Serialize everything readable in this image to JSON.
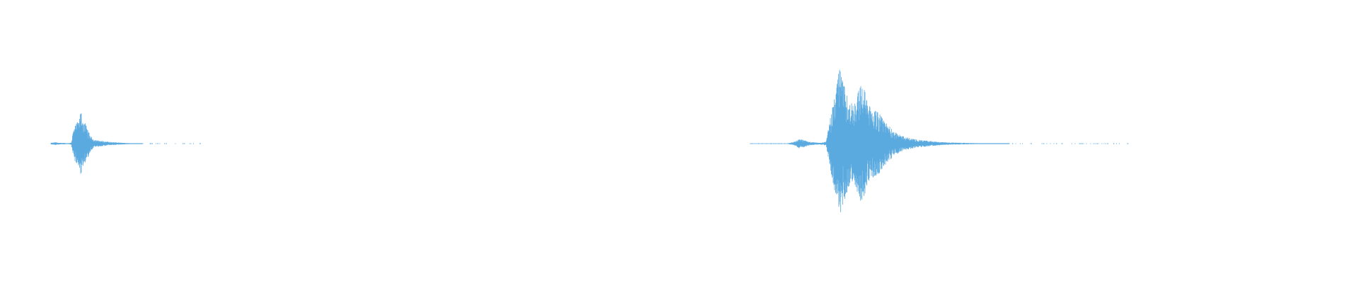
{
  "waveform": {
    "color": "#5aaae0",
    "background": "#ffffff",
    "segments": [
      {
        "name": "first-sound-burst",
        "amplitude_profile": [
          [
            0.0,
            0.01
          ],
          [
            0.01,
            0.012
          ],
          [
            0.02,
            0.015
          ],
          [
            0.03,
            0.018
          ],
          [
            0.04,
            0.014
          ],
          [
            0.05,
            0.012
          ],
          [
            0.06,
            0.01
          ],
          [
            0.07,
            0.008
          ],
          [
            0.08,
            0.01
          ],
          [
            0.09,
            0.008
          ],
          [
            0.1,
            0.006
          ],
          [
            0.11,
            0.006
          ],
          [
            0.12,
            0.01
          ],
          [
            0.13,
            0.015
          ],
          [
            0.14,
            0.15
          ],
          [
            0.15,
            0.22
          ],
          [
            0.16,
            0.25
          ],
          [
            0.17,
            0.28
          ],
          [
            0.18,
            0.3
          ],
          [
            0.19,
            0.45
          ],
          [
            0.2,
            0.32
          ],
          [
            0.21,
            0.3
          ],
          [
            0.22,
            0.25
          ],
          [
            0.23,
            0.2
          ],
          [
            0.24,
            0.15
          ],
          [
            0.25,
            0.1
          ],
          [
            0.26,
            0.08
          ],
          [
            0.27,
            0.06
          ],
          [
            0.28,
            0.05
          ],
          [
            0.29,
            0.045
          ],
          [
            0.3,
            0.04
          ],
          [
            0.32,
            0.035
          ],
          [
            0.34,
            0.03
          ],
          [
            0.36,
            0.025
          ],
          [
            0.38,
            0.02
          ],
          [
            0.4,
            0.018
          ],
          [
            0.42,
            0.015
          ],
          [
            0.44,
            0.012
          ],
          [
            0.46,
            0.01
          ],
          [
            0.48,
            0.008
          ],
          [
            0.5,
            0.006
          ],
          [
            0.52,
            0.006
          ],
          [
            0.54,
            0.005
          ],
          [
            0.56,
            0.004
          ],
          [
            0.58,
            0.004
          ],
          [
            0.6,
            0.003
          ],
          [
            0.65,
            0.003
          ],
          [
            0.7,
            0.002
          ],
          [
            0.75,
            0.002
          ],
          [
            0.8,
            0.002
          ],
          [
            0.85,
            0.002
          ],
          [
            0.9,
            0.001
          ],
          [
            1.0,
            0.001
          ]
        ]
      },
      {
        "name": "second-sound-burst",
        "amplitude_profile": [
          [
            0.0,
            0.003
          ],
          [
            0.05,
            0.003
          ],
          [
            0.1,
            0.004
          ],
          [
            0.12,
            0.03
          ],
          [
            0.13,
            0.06
          ],
          [
            0.14,
            0.05
          ],
          [
            0.15,
            0.03
          ],
          [
            0.16,
            0.02
          ],
          [
            0.17,
            0.015
          ],
          [
            0.18,
            0.012
          ],
          [
            0.19,
            0.015
          ],
          [
            0.2,
            0.025
          ],
          [
            0.21,
            0.3
          ],
          [
            0.22,
            0.55
          ],
          [
            0.23,
            0.8
          ],
          [
            0.235,
            1.0
          ],
          [
            0.24,
            0.85
          ],
          [
            0.25,
            0.7
          ],
          [
            0.26,
            0.55
          ],
          [
            0.27,
            0.5
          ],
          [
            0.28,
            0.6
          ],
          [
            0.29,
            0.75
          ],
          [
            0.3,
            0.7
          ],
          [
            0.31,
            0.5
          ],
          [
            0.32,
            0.45
          ],
          [
            0.33,
            0.42
          ],
          [
            0.34,
            0.38
          ],
          [
            0.35,
            0.3
          ],
          [
            0.36,
            0.25
          ],
          [
            0.37,
            0.2
          ],
          [
            0.38,
            0.15
          ],
          [
            0.39,
            0.12
          ],
          [
            0.4,
            0.1
          ],
          [
            0.41,
            0.08
          ],
          [
            0.42,
            0.07
          ],
          [
            0.43,
            0.06
          ],
          [
            0.44,
            0.05
          ],
          [
            0.45,
            0.045
          ],
          [
            0.46,
            0.04
          ],
          [
            0.47,
            0.035
          ],
          [
            0.48,
            0.03
          ],
          [
            0.49,
            0.025
          ],
          [
            0.5,
            0.02
          ],
          [
            0.52,
            0.015
          ],
          [
            0.54,
            0.012
          ],
          [
            0.56,
            0.01
          ],
          [
            0.58,
            0.008
          ],
          [
            0.6,
            0.006
          ],
          [
            0.62,
            0.005
          ],
          [
            0.64,
            0.005
          ],
          [
            0.66,
            0.004
          ],
          [
            0.68,
            0.004
          ],
          [
            0.7,
            0.003
          ],
          [
            0.72,
            0.003
          ],
          [
            0.74,
            0.003
          ],
          [
            0.76,
            0.002
          ],
          [
            0.78,
            0.002
          ],
          [
            0.8,
            0.002
          ],
          [
            0.85,
            0.002
          ],
          [
            0.9,
            0.001
          ],
          [
            1.0,
            0.001
          ]
        ]
      }
    ]
  }
}
